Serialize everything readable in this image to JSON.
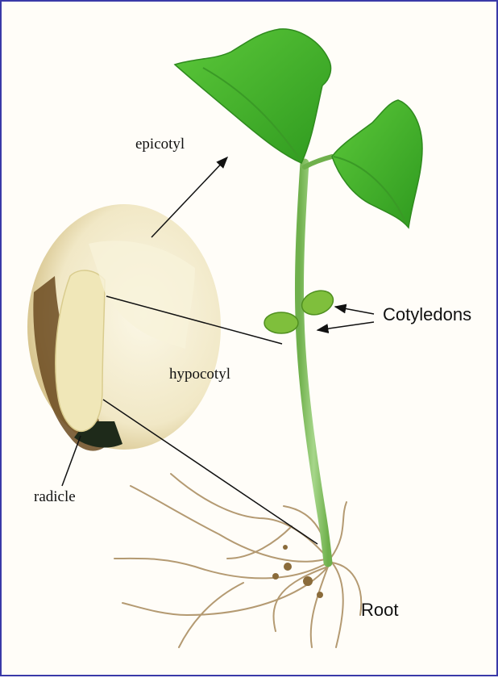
{
  "labels": {
    "epicotyl": "epicotyl",
    "cotyledons": "Cotyledons",
    "hypocotyl": "hypocotyl",
    "radicle": "radicle",
    "root": "Root"
  },
  "colors": {
    "border": "#3a3aa8",
    "leaf": "#4cb82e",
    "leaf_dark": "#2f8a1e",
    "stem": "#8cc66a",
    "seed": "#f3ecd0",
    "seed_shadow": "#9a7a3e",
    "root": "#b8a07a"
  }
}
